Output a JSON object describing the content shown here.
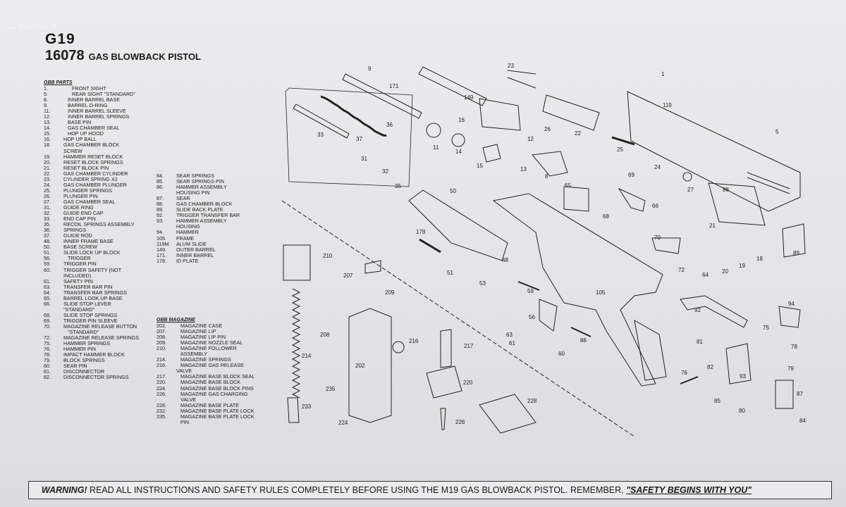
{
  "watermark": "skelbiu.lt",
  "header": {
    "model": "G19",
    "number": "16078",
    "title": "GAS BLOWBACK PISTOL"
  },
  "parts_heading": "GBB PARTS",
  "parts_col1": [
    {
      "n": "1.",
      "t": "FRONT SIGHT",
      "i": 2
    },
    {
      "n": "5.",
      "t": "REAR SIGHT \"STANDARD\"",
      "i": 2
    },
    {
      "n": "8.",
      "t": "INNER BARREL BASE",
      "i": 1
    },
    {
      "n": "9.",
      "t": "BARREL O-RING",
      "i": 1
    },
    {
      "n": "11.",
      "t": "INNER BARREL SLEEVE",
      "i": 1
    },
    {
      "n": "12.",
      "t": "INNER BARREL SPRINGS",
      "i": 1
    },
    {
      "n": "13.",
      "t": "BASE PIN",
      "i": 1
    },
    {
      "n": "14.",
      "t": "GAS CHAMBER SEAL",
      "i": 1
    },
    {
      "n": "15.",
      "t": "HOP UP HOOD",
      "i": 1
    },
    {
      "n": "16.",
      "t": "HOP UP BALL",
      "i": 0
    },
    {
      "n": "18.",
      "t": "GAS CHAMBER BLOCK",
      "i": 0
    },
    {
      "n": "",
      "t": "SCREW",
      "i": 0
    },
    {
      "n": "19.",
      "t": "HAMMER RESET BLOCK",
      "i": 0
    },
    {
      "n": "20.",
      "t": "RESET BLOCK SPRINGS",
      "i": 0
    },
    {
      "n": "21.",
      "t": "RESET BLOCK PIN",
      "i": 0
    },
    {
      "n": "22.",
      "t": "GAS CHAMBER CYLINDER",
      "i": 0
    },
    {
      "n": "23.",
      "t": "CYLINDER SPRING X2",
      "i": 0
    },
    {
      "n": "24.",
      "t": "GAS CHAMBER PLUNGER",
      "i": 0
    },
    {
      "n": "25.",
      "t": "PLUNGER SPRINGS",
      "i": 0
    },
    {
      "n": "26.",
      "t": "PLUNGER PIN",
      "i": 0
    },
    {
      "n": "27.",
      "t": "GAS CHAMBER SEAL",
      "i": 0
    },
    {
      "n": "31.",
      "t": "GUIDE RING",
      "i": 0
    },
    {
      "n": "32.",
      "t": "GUIDE END CAP",
      "i": 0
    },
    {
      "n": "33.",
      "t": "END CAP PIN",
      "i": 0
    },
    {
      "n": "35.",
      "t": "RECOIL SPRINGS ASSEMBLY",
      "i": 0
    },
    {
      "n": "36.",
      "t": "SPRINGS",
      "i": 0
    },
    {
      "n": "37.",
      "t": "GUIDE ROD",
      "i": 0
    },
    {
      "n": "48.",
      "t": "INNER FRAME BASE",
      "i": 0
    },
    {
      "n": "50.",
      "t": "BASE SCREW",
      "i": 0
    },
    {
      "n": "51.",
      "t": "SLIDE LOCK UP BLOCK",
      "i": 0
    },
    {
      "n": "56.",
      "t": "TRIGGER",
      "i": 1
    },
    {
      "n": "59.",
      "t": "TRIGGER PIN",
      "i": 0
    },
    {
      "n": "60.",
      "t": "TRIGGER SAFETY (NOT",
      "i": 0
    },
    {
      "n": "",
      "t": "INCLUDED)",
      "i": 0
    },
    {
      "n": "61.",
      "t": "SAFETY PIN",
      "i": 0
    },
    {
      "n": "63.",
      "t": "TRANSFER BAR PIN",
      "i": 0
    },
    {
      "n": "64.",
      "t": "TRANSFER BAR SPRINGS",
      "i": 0
    },
    {
      "n": "65.",
      "t": "BARREL LOOK UP BASE",
      "i": 0
    },
    {
      "n": "66.",
      "t": "SLIDE STOP LEVER",
      "i": 0
    },
    {
      "n": "",
      "t": "\"STANDARD\"",
      "i": 0
    },
    {
      "n": "68.",
      "t": "SLIDE STOP SPRINGS",
      "i": 0
    },
    {
      "n": "69.",
      "t": "TRIGGER PIN SLEEVE",
      "i": 0
    },
    {
      "n": "70.",
      "t": "MAGAZINE RELEASE BUTTON",
      "i": 0
    },
    {
      "n": "",
      "t": "\"STANDARD\"",
      "i": 1
    },
    {
      "n": "72.",
      "t": "MAGAZINE RELEASE SPRINGS",
      "i": 0
    },
    {
      "n": "75.",
      "t": "HAMMER SPRINGS",
      "i": 0
    },
    {
      "n": "76.",
      "t": "HAMMER PIN",
      "i": 0
    },
    {
      "n": "78.",
      "t": "IMPACT HAMMER BLOCK",
      "i": 0
    },
    {
      "n": "79.",
      "t": "BLOCK SPRINGS",
      "i": 0
    },
    {
      "n": "80.",
      "t": "SEAR PIN",
      "i": 0
    },
    {
      "n": "81.",
      "t": "DISCONNECTOR",
      "i": 0
    },
    {
      "n": "82.",
      "t": "DISCONNECTOR SPRINGS",
      "i": 0
    }
  ],
  "parts_col2": [
    {
      "n": "84.",
      "t": "SEAR SPRINGS",
      "i": 0
    },
    {
      "n": "85.",
      "t": "SEAR SPRINGS PIN",
      "i": 0
    },
    {
      "n": "86.",
      "t": "HAMMER ASSEMBLY",
      "i": 0
    },
    {
      "n": "",
      "t": "HOUSING PIN",
      "i": 0
    },
    {
      "n": "87.",
      "t": "SEAR",
      "i": 0
    },
    {
      "n": "88.",
      "t": "GAS CHAMBER BLOCK",
      "i": 0
    },
    {
      "n": "89.",
      "t": "SLIDE BACK PLATE",
      "i": 0
    },
    {
      "n": "92.",
      "t": "TRIGGER TRANSFER BAR",
      "i": 0
    },
    {
      "n": "93.",
      "t": "HAMMER ASSEMBLY",
      "i": 0
    },
    {
      "n": "",
      "t": "HOUSING",
      "i": 0
    },
    {
      "n": "94.",
      "t": "HAMMER",
      "i": 0
    },
    {
      "n": "105.",
      "t": "FRAME",
      "i": 0
    },
    {
      "n": "119M.",
      "t": "ALUM SLIDE",
      "i": 0
    },
    {
      "n": "149.",
      "t": "OUTER BARREL",
      "i": 0
    },
    {
      "n": "171.",
      "t": "INNER BARREL",
      "i": 0
    },
    {
      "n": "178.",
      "t": "ID PLATE",
      "i": 0
    }
  ],
  "magazine_heading": "GBB MAGAZINE",
  "magazine_parts": [
    {
      "n": "202.",
      "t": "MAGAZINE CASE",
      "i": 1
    },
    {
      "n": "207.",
      "t": "MAGAZINE LIP",
      "i": 1
    },
    {
      "n": "208.",
      "t": "MAGAZINE LIP PIN",
      "i": 1
    },
    {
      "n": "209.",
      "t": "MAGAZINE NOZZLE SEAL",
      "i": 1
    },
    {
      "n": "210.",
      "t": "MAGAZINE FOLLOWER",
      "i": 1
    },
    {
      "n": "",
      "t": "ASSEMBLY",
      "i": 1
    },
    {
      "n": "214.",
      "t": "MAGAZINE SPRINGS",
      "i": 1
    },
    {
      "n": "216.",
      "t": "MAGAZINE GAS RELEASE",
      "i": 1
    },
    {
      "n": "",
      "t": "VALVE",
      "i": 0
    },
    {
      "n": "217.",
      "t": "MAGAZINE BASE BLOCK SEAL",
      "i": 1
    },
    {
      "n": "220.",
      "t": "MAGAZINE BASE BLOCK",
      "i": 1
    },
    {
      "n": "224.",
      "t": "MAGAZINE BASE BLOCK PINS",
      "i": 1
    },
    {
      "n": "226.",
      "t": "MAGAZINE GAS CHARGING",
      "i": 1
    },
    {
      "n": "",
      "t": "VALVE",
      "i": 1
    },
    {
      "n": "228.",
      "t": "MAGAZINE BASE PLATE",
      "i": 1
    },
    {
      "n": "232.",
      "t": "MAGAZINE BASE PLATE LOCK",
      "i": 1
    },
    {
      "n": "235.",
      "t": "MAGAZINE BASE PLATE LOCK",
      "i": 1
    },
    {
      "n": "",
      "t": "PIN",
      "i": 1
    }
  ],
  "callouts": [
    "1",
    "5",
    "8",
    "9",
    "11",
    "12",
    "13",
    "14",
    "15",
    "16",
    "18",
    "19",
    "20",
    "21",
    "22",
    "23",
    "24",
    "25",
    "26",
    "27",
    "31",
    "32",
    "33",
    "35",
    "36",
    "37",
    "48",
    "50",
    "51",
    "53",
    "56",
    "59",
    "60",
    "61",
    "63",
    "64",
    "65",
    "66",
    "68",
    "69",
    "70",
    "72",
    "75",
    "76",
    "78",
    "79",
    "80",
    "81",
    "82",
    "84",
    "85",
    "86",
    "87",
    "88",
    "89",
    "92",
    "93",
    "94",
    "105",
    "119",
    "149",
    "171",
    "178",
    "202",
    "207",
    "208",
    "209",
    "210",
    "214",
    "216",
    "217",
    "220",
    "224",
    "226",
    "228",
    "233",
    "235"
  ],
  "warning": {
    "lead": "WARNING!",
    "body": " READ ALL INSTRUCTIONS AND SAFETY RULES COMPLETELY BEFORE USING  THE M19 GAS BLOWBACK PISTOL.  REMEMBER, ",
    "slogan": "\"SAFETY BEGINS WITH YOU\""
  }
}
